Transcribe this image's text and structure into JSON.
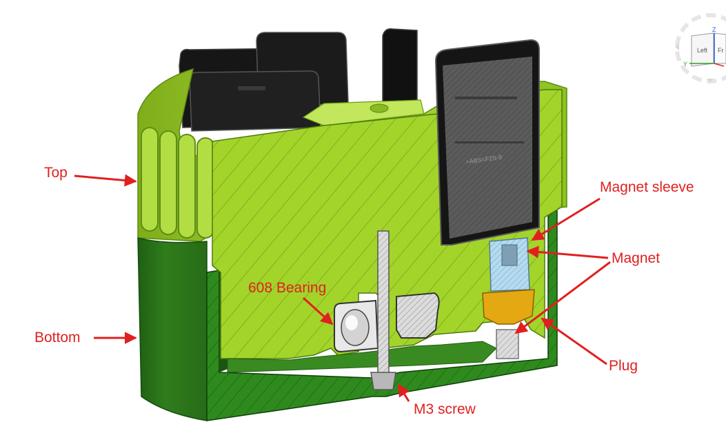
{
  "colors": {
    "annotation": "#e02020",
    "body_light": "#9bcf23",
    "body_mid": "#7fb01d",
    "body_dark": "#2e7f1c",
    "body_darker": "#1f6514",
    "cartridge": "#1a1a1a",
    "steel": "#c9c9c9",
    "sleeve": "#a9d2ea",
    "magnet": "#e3a612"
  },
  "labels": {
    "top": "Top",
    "bottom": "Bottom",
    "bearing": "608 Bearing",
    "magnet_sleeve": "Magnet sleeve",
    "magnet": "Magnet",
    "plug": "Plug",
    "m3_screw": "M3 screw"
  },
  "cartridge_text": ">ABS<F2S-9",
  "view_cube": {
    "axis_z": "Z",
    "axis_y": "Y",
    "face_left": "Left",
    "face_front": "Fr"
  }
}
